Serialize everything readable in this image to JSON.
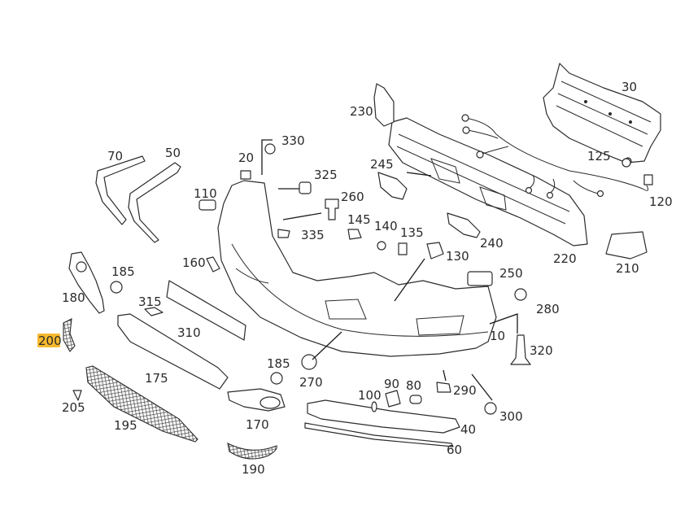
{
  "diagram": {
    "title": "Front bumper exploded parts diagram",
    "highlight_color": "#f5b82e",
    "line_color": "#2b2b2b",
    "highlighted_callout": "200",
    "callouts": {
      "c10": "10",
      "c20": "20",
      "c30": "30",
      "c40": "40",
      "c50": "50",
      "c60": "60",
      "c70": "70",
      "c80": "80",
      "c90": "90",
      "c100": "100",
      "c110": "110",
      "c120": "120",
      "c125": "125",
      "c130": "130",
      "c135": "135",
      "c140": "140",
      "c145": "145",
      "c160": "160",
      "c170": "170",
      "c175": "175",
      "c180": "180",
      "c185a": "185",
      "c185b": "185",
      "c190": "190",
      "c195": "195",
      "c200": "200",
      "c205": "205",
      "c210": "210",
      "c220": "220",
      "c230": "230",
      "c240": "240",
      "c245": "245",
      "c250": "250",
      "c260": "260",
      "c270": "270",
      "c280": "280",
      "c290": "290",
      "c300": "300",
      "c310": "310",
      "c315": "315",
      "c320": "320",
      "c325": "325",
      "c330": "330",
      "c335": "335"
    }
  }
}
